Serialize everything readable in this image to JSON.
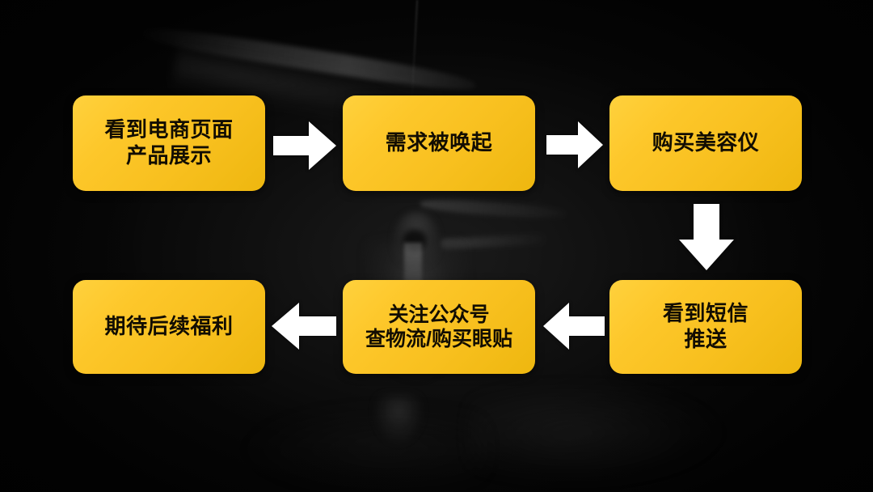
{
  "slide": {
    "theme": "dark-photo-background",
    "accent_color": "#fdc72a",
    "arrow_color": "#ffffff",
    "text_color": "#120d02",
    "background_color": "#070707"
  },
  "flow": {
    "type": "cycle-flowchart",
    "nodes": [
      {
        "id": "node-1",
        "order": 1,
        "lines": [
          "看到电商页面",
          "产品展示"
        ]
      },
      {
        "id": "node-2",
        "order": 2,
        "lines": [
          "需求被唤起"
        ]
      },
      {
        "id": "node-3",
        "order": 3,
        "lines": [
          "购买美容仪"
        ]
      },
      {
        "id": "node-4",
        "order": 4,
        "lines": [
          "看到短信",
          "推送"
        ]
      },
      {
        "id": "node-5",
        "order": 5,
        "lines": [
          "关注公众号",
          "查物流/购买眼贴"
        ]
      },
      {
        "id": "node-6",
        "order": 6,
        "lines": [
          "期待后续福利"
        ]
      }
    ],
    "arrows": [
      {
        "id": "arrow-1",
        "from": "node-1",
        "to": "node-2",
        "direction": "right"
      },
      {
        "id": "arrow-2",
        "from": "node-2",
        "to": "node-3",
        "direction": "right"
      },
      {
        "id": "arrow-3",
        "from": "node-3",
        "to": "node-4",
        "direction": "down"
      },
      {
        "id": "arrow-4",
        "from": "node-4",
        "to": "node-5",
        "direction": "left"
      },
      {
        "id": "arrow-5",
        "from": "node-5",
        "to": "node-6",
        "direction": "left"
      }
    ]
  },
  "background": {
    "subject": "hooded-figure-silhouette",
    "description": "dark low-light photograph"
  }
}
